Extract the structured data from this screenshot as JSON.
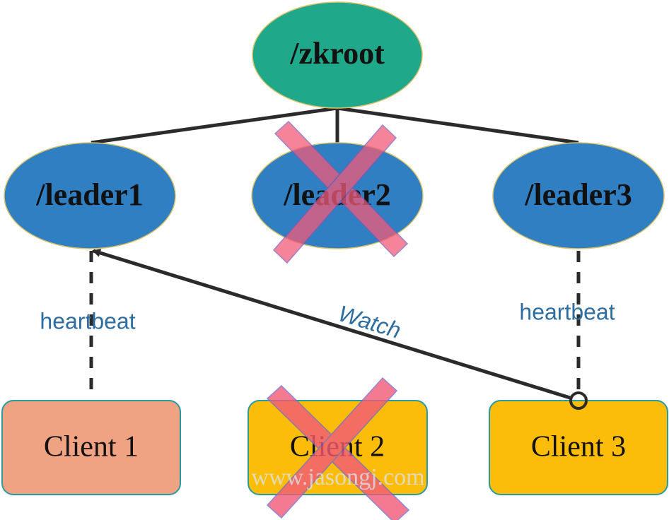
{
  "nodes": {
    "root": {
      "label": "/zkroot"
    },
    "leader1": {
      "label": "/leader1"
    },
    "leader2": {
      "label": "/leader2"
    },
    "leader3": {
      "label": "/leader3"
    }
  },
  "clients": {
    "client1": {
      "label": "Client 1"
    },
    "client2": {
      "label": "Client 2"
    },
    "client3": {
      "label": "Client 3"
    }
  },
  "edges": {
    "heartbeat_left": "heartbeat",
    "heartbeat_right": "heartbeat",
    "watch": "Watch"
  },
  "watermark": "www.jasongj.com",
  "colors": {
    "root_fill": "#1fa88a",
    "leader_fill": "#2f7fc2",
    "client1_fill": "#f0a382",
    "client_yellow_fill": "#fbbd0a",
    "client_border": "#2a9aa0",
    "edge_text": "#2d6da0",
    "cross": "#f25a78",
    "watermark": "#d8e6ef"
  }
}
